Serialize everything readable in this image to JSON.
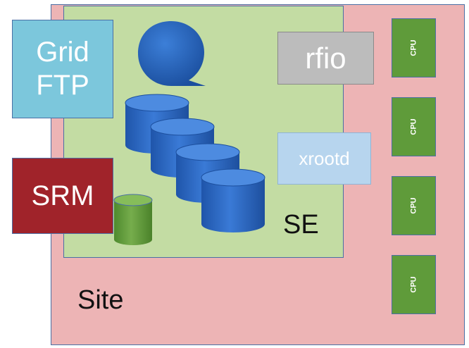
{
  "labels": {
    "gridftp_line1": "Grid",
    "gridftp_line2": "FTP",
    "srm": "SRM",
    "rfio": "rfio",
    "xrootd": "xrootd",
    "se": "SE",
    "site": "Site",
    "cpu": [
      "CPU",
      "CPU",
      "CPU",
      "CPU"
    ]
  },
  "colors": {
    "site": "#edb4b5",
    "se": "#c3dca3",
    "gridftp": "#7cc7dc",
    "srm": "#a0232a",
    "rfio": "#bcbcbc",
    "xrootd": "#b7d5ee",
    "cpu": "#5f9b3a",
    "disk_blue": "#2a66c4",
    "disk_green": "#5f9b3a"
  },
  "icons": [
    "quattor-q-logo-icon",
    "disk-stack-icon",
    "disk-green-icon"
  ]
}
